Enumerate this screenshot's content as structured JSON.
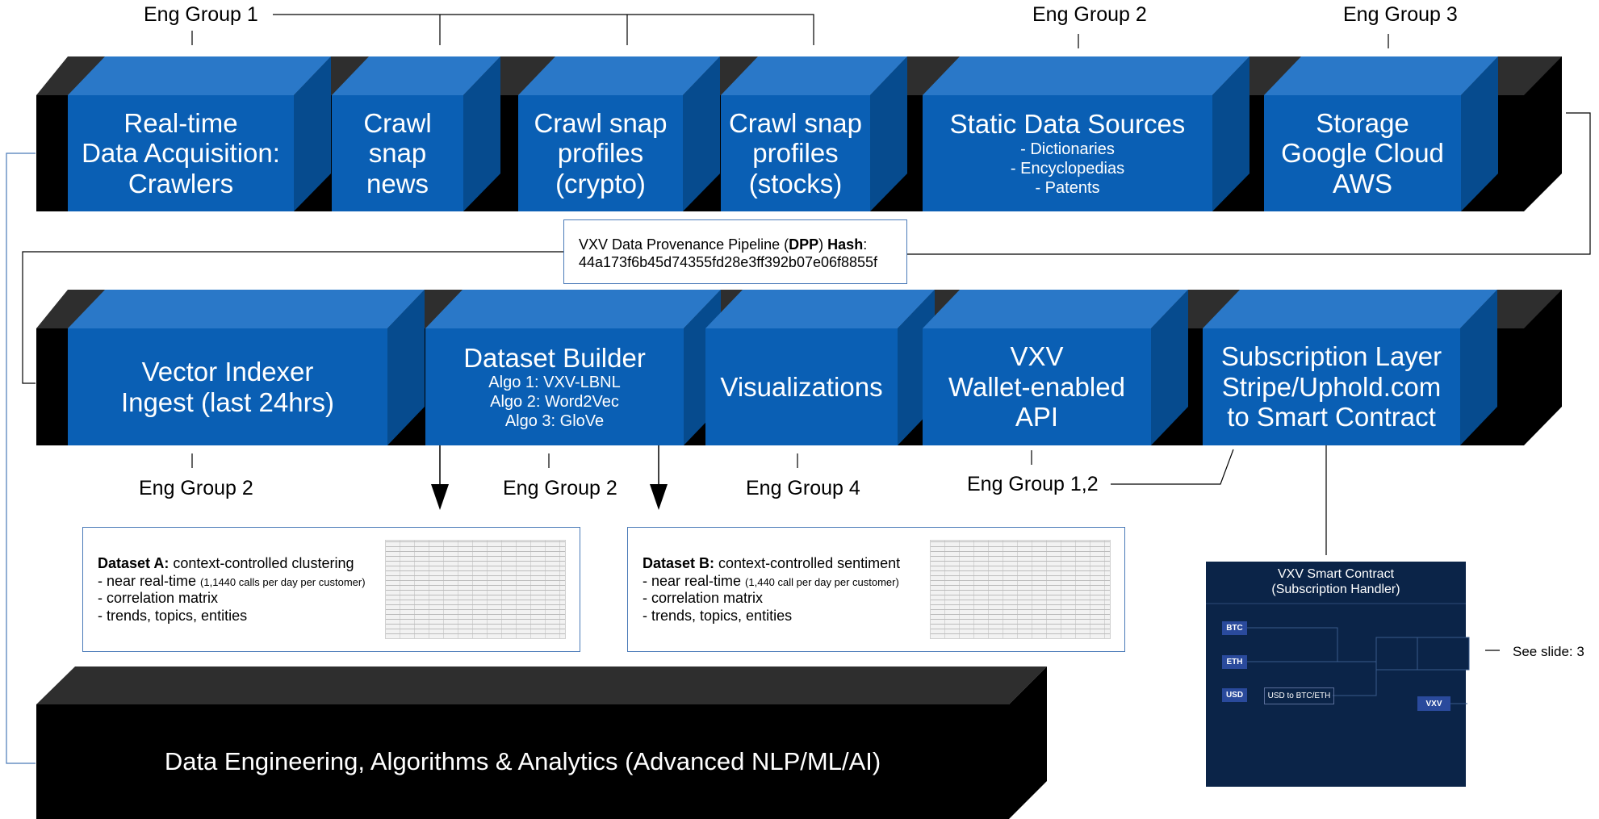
{
  "eng_labels": {
    "g1_top": "Eng Group 1",
    "g2_top": "Eng Group 2",
    "g3_top": "Eng Group 3",
    "vector_bottom": "Eng Group 2",
    "dataset_bottom": "Eng Group 2",
    "visual_bottom": "Eng Group 4",
    "api_bottom": "Eng Group 1,2"
  },
  "row1": {
    "realtime": "Real-time\nData Acquisition:\nCrawlers",
    "news": "Crawl snap\nnews",
    "crypto": "Crawl snap\nprofiles\n(crypto)",
    "stocks": "Crawl snap\nprofiles\n(stocks)",
    "static_title": "Static Data Sources",
    "static_items": [
      "- Dictionaries",
      "- Encyclopedias",
      "- Patents"
    ],
    "storage": "Storage\nGoogle Cloud\nAWS"
  },
  "dpp": {
    "prefix": "VXV Data Provenance Pipeline (",
    "abbr": "DPP",
    "mid": ") ",
    "hash_word": "Hash",
    "colon": ":",
    "hash": "44a173f6b45d74355fd28e3ff392b07e06f8855f"
  },
  "row2": {
    "vector": "Vector Indexer\nIngest (last 24hrs)",
    "dataset_title": "Dataset Builder",
    "dataset_algos": [
      "Algo 1: VXV-LBNL",
      "Algo 2: Word2Vec",
      "Algo 3: GloVe"
    ],
    "visual": "Visualizations",
    "api": "VXV\nWallet-enabled\nAPI",
    "subscription": "Subscription Layer\nStripe/Uphold.com\nto Smart Contract"
  },
  "dataset_a": {
    "bold": "Dataset A:",
    "title": " context-controlled clustering",
    "line1_main": "- near real-time ",
    "line1_small": "(1,1440 calls per day per customer)",
    "line2": "- correlation matrix",
    "line3": "- trends, topics, entities"
  },
  "dataset_b": {
    "bold": "Dataset B:",
    "title": " context-controlled sentiment",
    "line1_main": "- near real-time ",
    "line1_small": "(1,440 call per day per customer)",
    "line2": "- correlation matrix",
    "line3": "- trends, topics, entities"
  },
  "bottom_block": "Data Engineering, Algorithms & Analytics (Advanced NLP/ML/AI)",
  "smart_contract": {
    "title": "VXV Smart Contract",
    "subtitle": "(Subscription Handler)",
    "btc": "BTC",
    "eth": "ETH",
    "usd": "USD",
    "conversion": "USD to BTC/ETH",
    "vxv": "VXV"
  },
  "see_slide": "See slide: 3",
  "colors": {
    "face": "#0a5fb4",
    "top": "#2a78c8",
    "side": "#064b8e",
    "dark": "#2e2e2e",
    "black": "#000000",
    "contract_bg": "#0b2448",
    "pill": "#2a4a9c"
  }
}
